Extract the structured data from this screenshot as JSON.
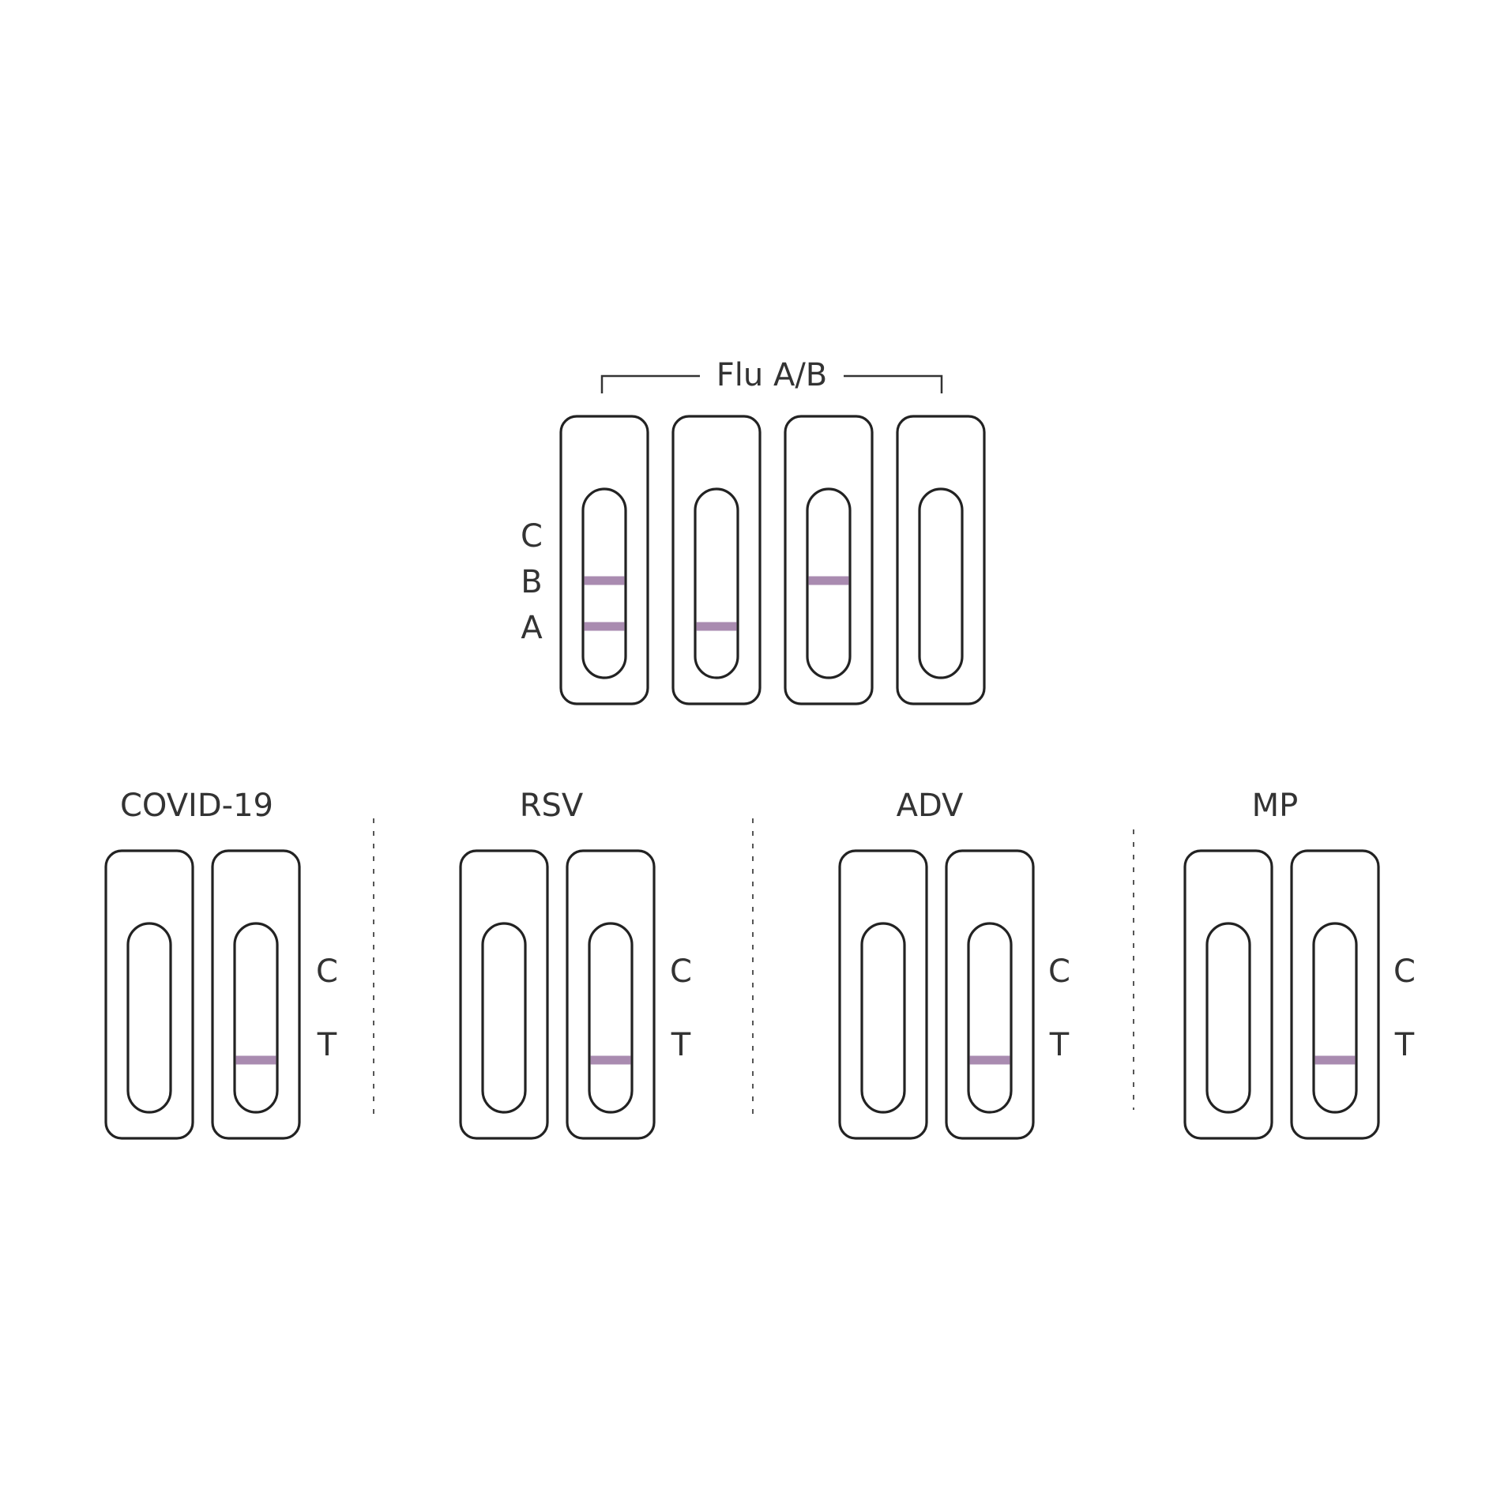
{
  "colors": {
    "line": "#a98bb0",
    "stroke": "#222222",
    "text": "#333333"
  },
  "flu": {
    "title": "Flu A/B",
    "labels": [
      "C",
      "B",
      "A"
    ],
    "cassettes": [
      {
        "lines": [
          "B",
          "A"
        ]
      },
      {
        "lines": [
          "A"
        ]
      },
      {
        "lines": [
          "B"
        ]
      },
      {
        "lines": []
      }
    ]
  },
  "groups": [
    {
      "title": "COVID-19",
      "labels": [
        "C",
        "T"
      ],
      "cassettes": [
        {
          "lines": []
        },
        {
          "lines": [
            "T"
          ]
        }
      ]
    },
    {
      "title": "RSV",
      "labels": [
        "C",
        "T"
      ],
      "cassettes": [
        {
          "lines": []
        },
        {
          "lines": [
            "T"
          ]
        }
      ]
    },
    {
      "title": "ADV",
      "labels": [
        "C",
        "T"
      ],
      "cassettes": [
        {
          "lines": []
        },
        {
          "lines": [
            "T"
          ]
        }
      ]
    },
    {
      "title": "MP",
      "labels": [
        "C",
        "T"
      ],
      "cassettes": [
        {
          "lines": []
        },
        {
          "lines": [
            "T"
          ]
        }
      ]
    }
  ]
}
